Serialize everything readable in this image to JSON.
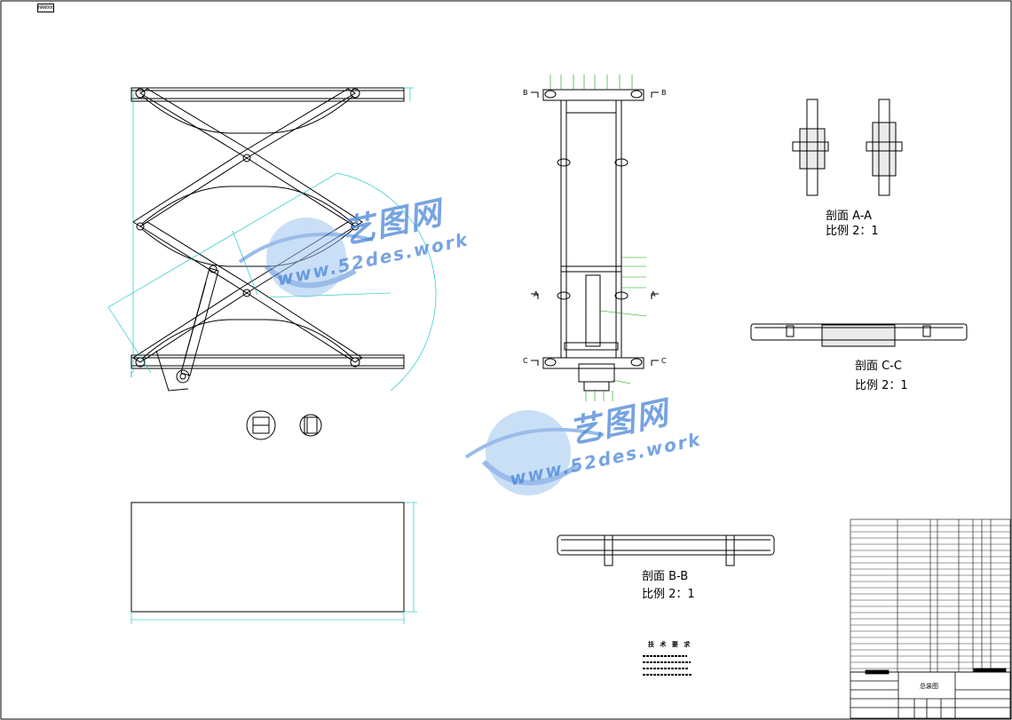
{
  "sheet": {
    "corner_tag": "HAN000"
  },
  "sections": {
    "a_a": {
      "name": "剖面 A-A",
      "scale": "比例 2：1"
    },
    "b_b": {
      "name": "剖面 B-B",
      "scale": "比例 2：1"
    },
    "c_c": {
      "name": "剖面 C-C",
      "scale": "比例 2：1"
    }
  },
  "cut_marks": {
    "b_left": "B",
    "b_right": "B",
    "a_left": "A",
    "a_right": "A",
    "c_left": "C",
    "c_right": "C"
  },
  "watermark": {
    "brand_cn": "艺图网",
    "url": "www.52des.work",
    "color": "#4a86d8"
  },
  "tech_requirements": {
    "title": "技 术 要 求"
  },
  "title_block": {
    "drawing_name": "总装图"
  },
  "colors": {
    "line": "#000000",
    "dimension": "#00c0c0",
    "leader": "#00a000",
    "watermark": "#4a86d8"
  }
}
